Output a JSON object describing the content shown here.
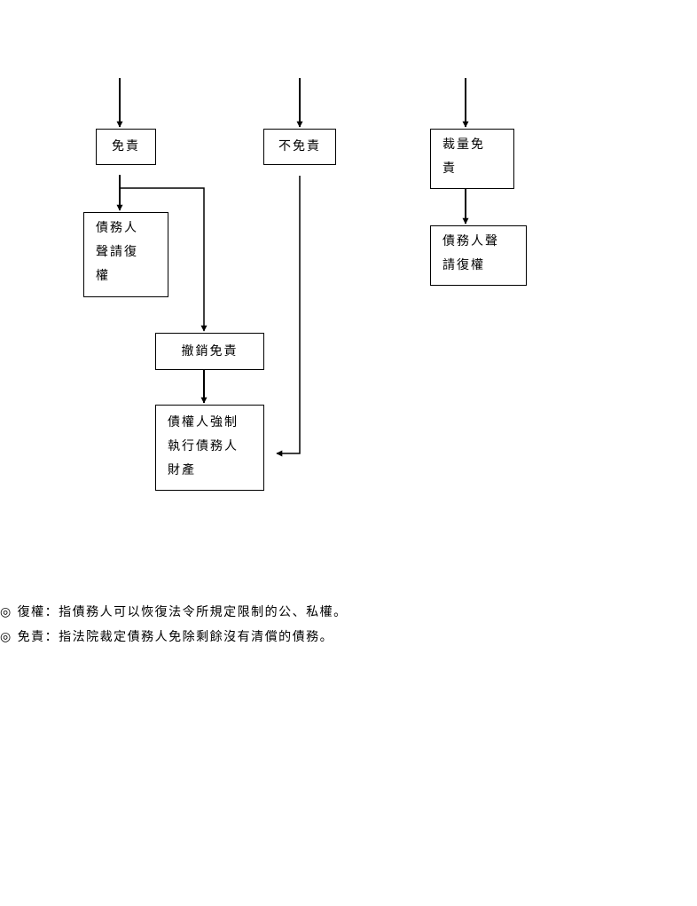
{
  "nodes": {
    "discharge": {
      "label": "免責"
    },
    "no_discharge": {
      "label": "不免責"
    },
    "discretionary": {
      "lines": [
        "裁量免",
        "責"
      ]
    },
    "debtor_restore_left": {
      "lines": [
        "債務人",
        "聲請復",
        "權"
      ]
    },
    "revoke": {
      "label": "撤銷免責"
    },
    "enforcement": {
      "lines": [
        "債權人強制",
        "執行債務人",
        "財產"
      ]
    },
    "debtor_restore_right": {
      "lines": [
        "債務人聲",
        "請復權"
      ]
    }
  },
  "notes": [
    "◎ 復權：指債務人可以恢復法令所規定限制的公、私權。",
    "◎ 免責：指法院裁定債務人免除剩餘沒有清償的債務。"
  ]
}
